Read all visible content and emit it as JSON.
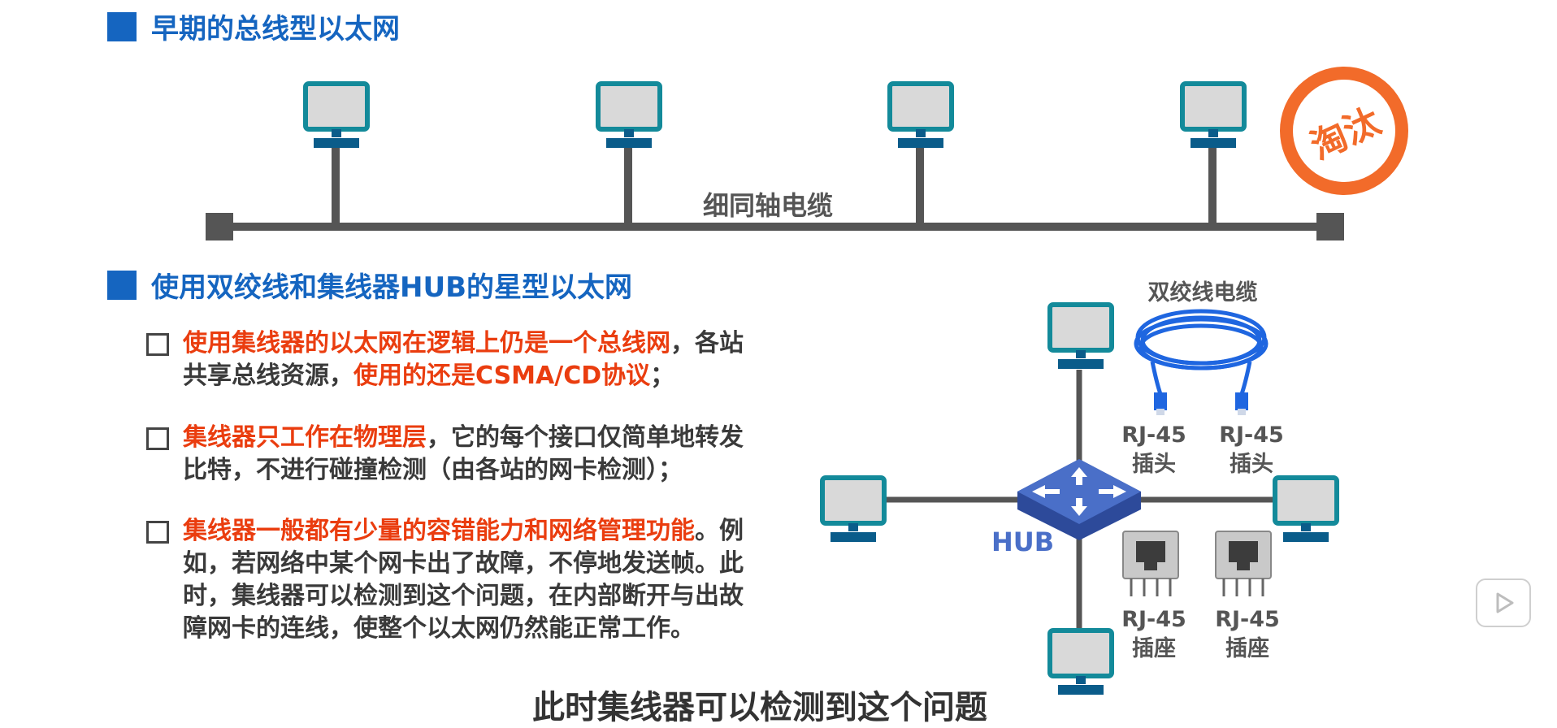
{
  "section1": {
    "title": "早期的总线型以太网",
    "cable_label": "细同轴电缆",
    "stamp_text": "淘汰"
  },
  "section2": {
    "title": "使用双绞线和集线器HUB的星型以太网",
    "items": [
      {
        "line1_red": "使用集线器的以太网在逻辑上仍是一个总线网",
        "line1_rest": "，各站",
        "line2_plain": "共享总线资源，",
        "line2_red": "使用的还是CSMA/CD协议",
        "line2_end": "；"
      },
      {
        "line1_red": "集线器只工作在物理层",
        "line1_rest": "，它的每个接口仅简单地转发",
        "line2_plain": "比特，不进行碰撞检测（由各站的网卡检测）；"
      },
      {
        "line1_red": "集线器一般都有少量的容错能力和网络管理功能",
        "line1_rest": "。例",
        "line2_plain": "如，若网络中某个网卡出了故障，不停地发送帧。此",
        "line3_plain": "时，集线器可以检测到这个问题，在内部断开与出故",
        "line4_plain": "障网卡的连线，使整个以太网仍然能正常工作。"
      }
    ]
  },
  "diagram": {
    "hub_label": "HUB",
    "cable_title": "双绞线电缆",
    "plug_left": {
      "line1": "RJ-45",
      "line2": "插头"
    },
    "plug_right": {
      "line1": "RJ-45",
      "line2": "插头"
    },
    "socket_left": {
      "line1": "RJ-45",
      "line2": "插座"
    },
    "socket_right": {
      "line1": "RJ-45",
      "line2": "插座"
    }
  },
  "subtitle": "此时集线器可以检测到这个问题",
  "colors": {
    "title_blue": "#1565c0",
    "highlight_red": "#ea3d0f",
    "pc_teal": "#138a9a",
    "pc_base": "#0a5c8a",
    "bus_gray": "#555555",
    "stamp_orange": "#f26b2a",
    "cable_blue": "#1f66e0"
  },
  "icons": [
    "monitor-icon",
    "hub-icon",
    "cable-icon",
    "rj45-socket-icon",
    "play-icon"
  ]
}
